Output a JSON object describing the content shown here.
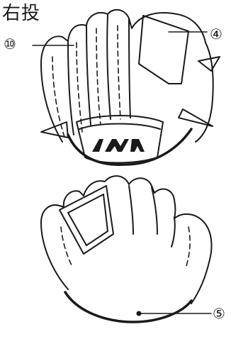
{
  "title": "右投",
  "callouts": {
    "c10": "⑩",
    "c4": "④",
    "c5": "⑤"
  },
  "colors": {
    "ink": "#1a1a1a",
    "paper": "#ffffff"
  },
  "views": [
    "glove-back",
    "glove-palm"
  ]
}
